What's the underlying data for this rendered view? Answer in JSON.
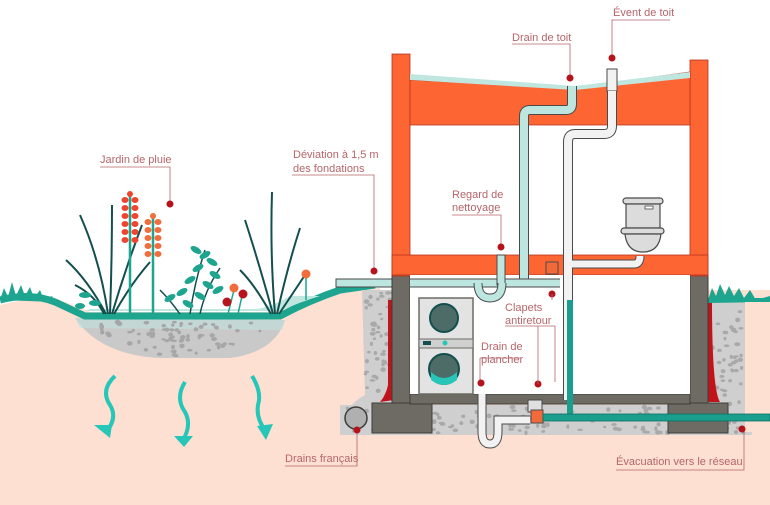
{
  "colors": {
    "soil": "#fde0d2",
    "gravel": "#cfcfcf",
    "gravel_dot": "#a9a9a9",
    "grass": "#1ea58f",
    "grass_light": "#9fd9cf",
    "water": "#26c6b8",
    "frame": "#fd6533",
    "frame_outline": "#b5331d",
    "foundation": "#6d6b63",
    "pipe_white": "#f2f2f2",
    "pipe_teal": "#bde6e0",
    "pipe_green": "#1a9e8e",
    "roof_water": "#bfe6df",
    "label_text": "#b5656a",
    "marker": "#b6121b",
    "membrane": "#c0141a",
    "valve": "#f26a3a",
    "plant_dark": "#124f4e",
    "plant_teal": "#1ea58f",
    "flower_red": "#ee4530",
    "flower_orange": "#f06d3c",
    "flower_crimson": "#b8141c"
  },
  "labels": {
    "roof_vent": "Évent de toit",
    "roof_drain": "Drain de toit",
    "rain_garden": "Jardin de pluie",
    "deviation_line1": "Déviation à 1,5 m",
    "deviation_line2": "des fondations",
    "cleanout_line1": "Regard de",
    "cleanout_line2": "nettoyage",
    "check_valves_line1": "Clapets",
    "check_valves_line2": "antiretour",
    "floor_drain_line1": "Drain de",
    "floor_drain_line2": "plancher",
    "french_drains": "Drains français",
    "sewer_outlet": "Évacuation vers le réseau"
  }
}
